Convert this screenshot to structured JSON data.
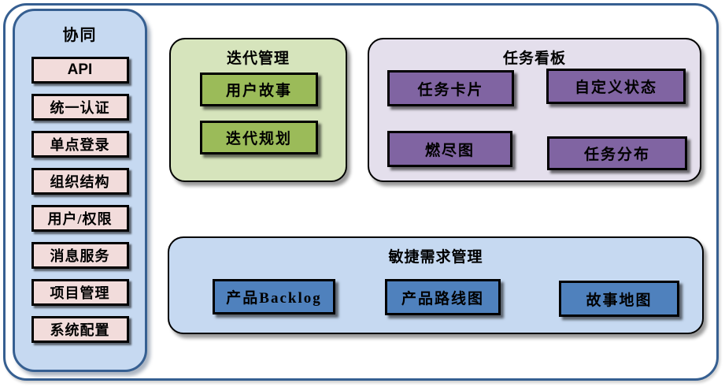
{
  "diagram": {
    "sidebar": {
      "title": "协同",
      "items": [
        "API",
        "统一认证",
        "单点登录",
        "组织结构",
        "用户/权限",
        "消息服务",
        "项目管理",
        "系统配置"
      ]
    },
    "iteration": {
      "title": "迭代管理",
      "items": [
        "用户故事",
        "迭代规划"
      ]
    },
    "kanban": {
      "title": "任务看板",
      "items": [
        "任务卡片",
        "自定义状态",
        "燃尽图",
        "任务分布"
      ]
    },
    "requirements": {
      "title": "敏捷需求管理",
      "items": [
        "产品Backlog",
        "产品路线图",
        "故事地图"
      ]
    }
  },
  "colors": {
    "frame_border": "#365F91",
    "panel_blue": "#C6D9F1",
    "pink_item": "#F2DCDB",
    "green_container": "#D6E4BC",
    "green_item": "#9BBB59",
    "purple_container": "#E4DFEC",
    "purple_item": "#8064A2",
    "blue_item": "#4F81BD",
    "card_border": "#000000"
  }
}
